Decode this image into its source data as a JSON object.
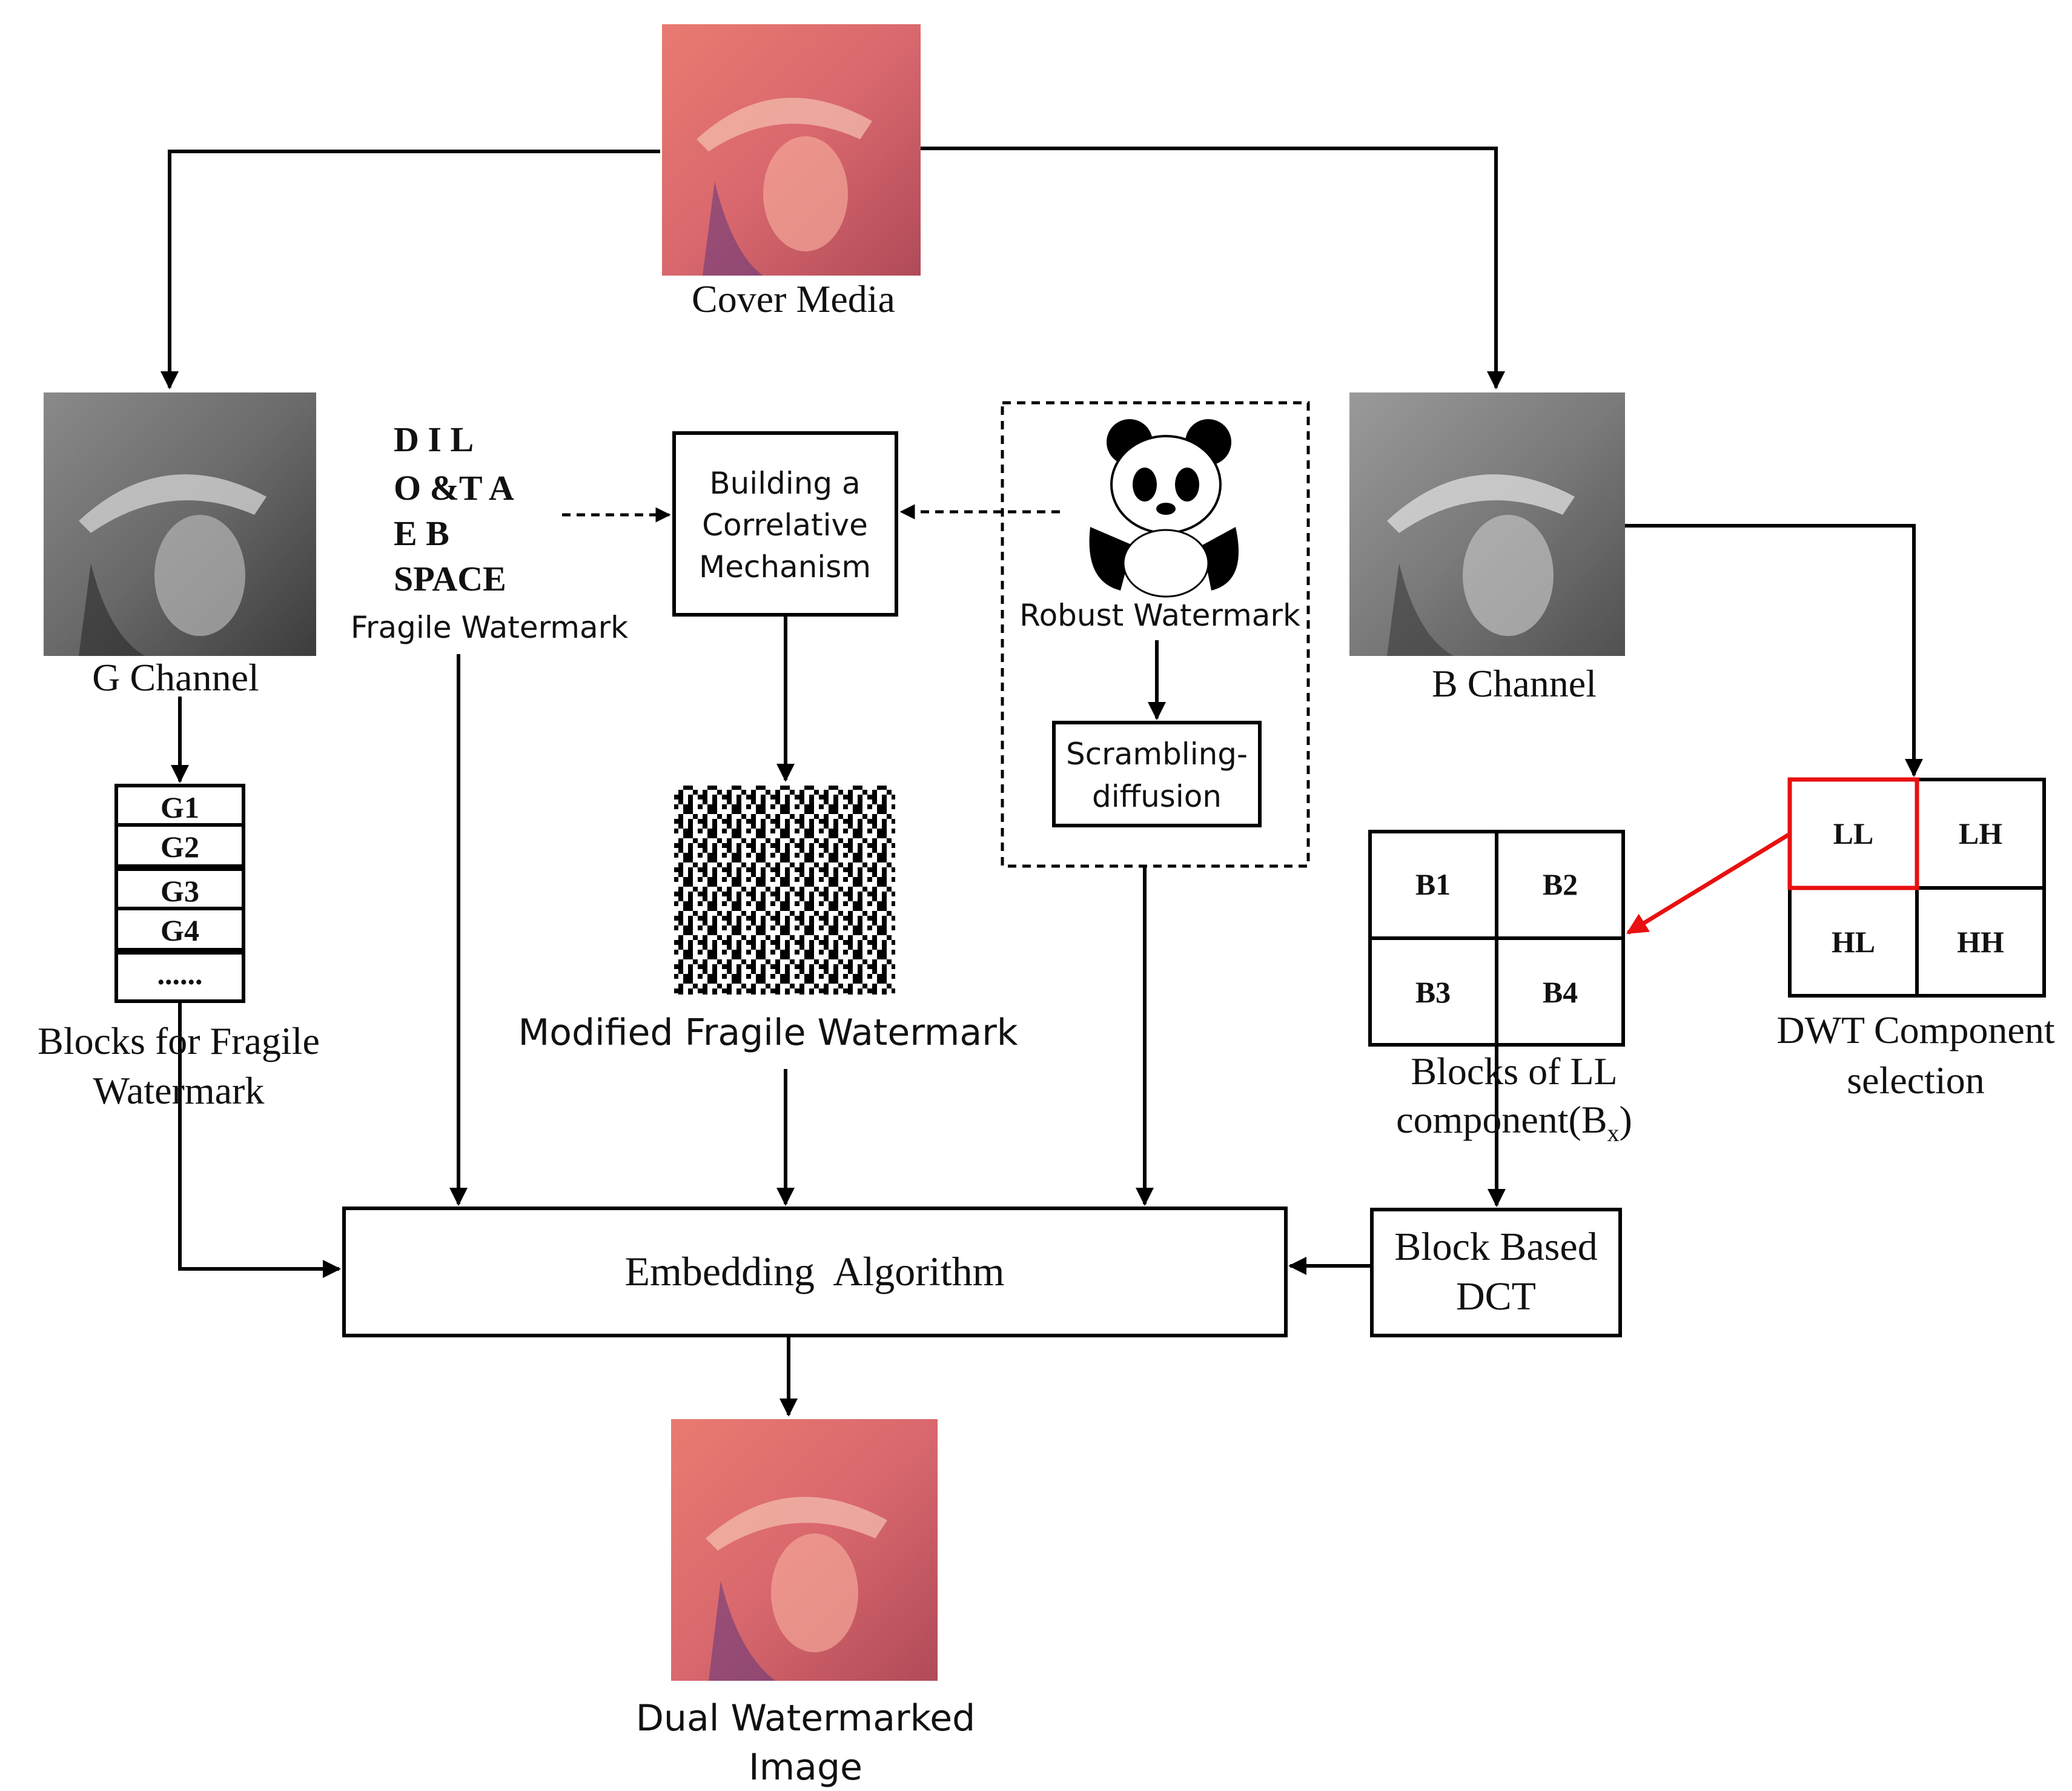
{
  "labels": {
    "cover_media": "Cover Media",
    "g_channel": "G Channel",
    "b_channel": "B Channel",
    "fragile_watermark": "Fragile Watermark",
    "robust_watermark": "Robust Watermark",
    "correlative_line1": "Building a",
    "correlative_line2": "Correlative",
    "correlative_line3": "Mechanism",
    "scrambling_line1": "Scrambling-",
    "scrambling_line2": "diffusion",
    "modified_fragile": "Modified Fragile Watermark",
    "blocks_fragile_line1": "Blocks for Fragile",
    "blocks_fragile_line2": "Watermark",
    "blocks_ll_line1": "Blocks of LL",
    "blocks_ll_line2": "component(B",
    "blocks_ll_sub": "x",
    "blocks_ll_close": ")",
    "dwt_line1": "DWT Component",
    "dwt_line2": "selection",
    "embedding": "Embedding  Algorithm",
    "dct_line1": "Block Based",
    "dct_line2": "DCT",
    "dual_line1": "Dual Watermarked",
    "dual_line2": "Image"
  },
  "g_blocks": [
    "G1",
    "G2",
    "G3",
    "G4",
    "......"
  ],
  "ll_blocks": [
    "B1",
    "B2",
    "B3",
    "B4"
  ],
  "dwt_cells": [
    "LL",
    "LH",
    "HL",
    "HH"
  ],
  "fragile_mark": {
    "row1": "D   I L",
    "row2": "O &T A",
    "row3": "E     B",
    "row4": "SPACE"
  },
  "colors": {
    "highlight_red": "#e81010",
    "line": "#000000"
  }
}
